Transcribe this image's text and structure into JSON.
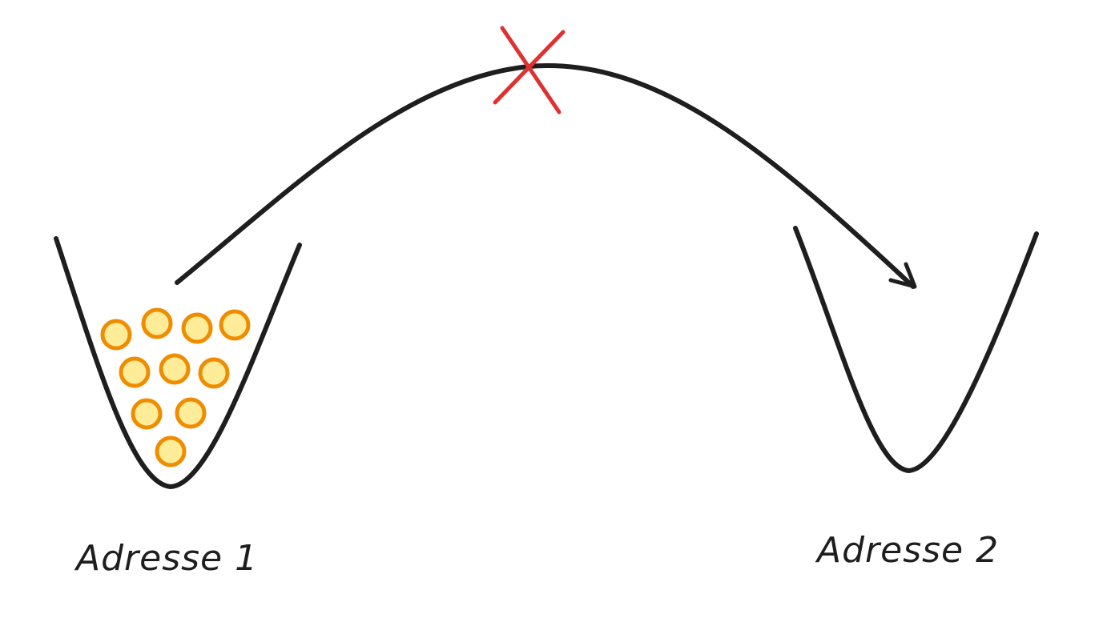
{
  "labels": {
    "address_1": "Adresse 1",
    "address_2": "Adresse 2"
  },
  "colors": {
    "stroke": "#1e1e1e",
    "cross": "#e03131",
    "ball_fill": "#ffec99",
    "ball_stroke": "#f08c00"
  },
  "counts": {
    "balls_in_address_1": 10,
    "balls_in_address_2": 0
  },
  "icons": {
    "blocked_marker": "cross-icon",
    "arrow": "arrowhead-icon"
  }
}
